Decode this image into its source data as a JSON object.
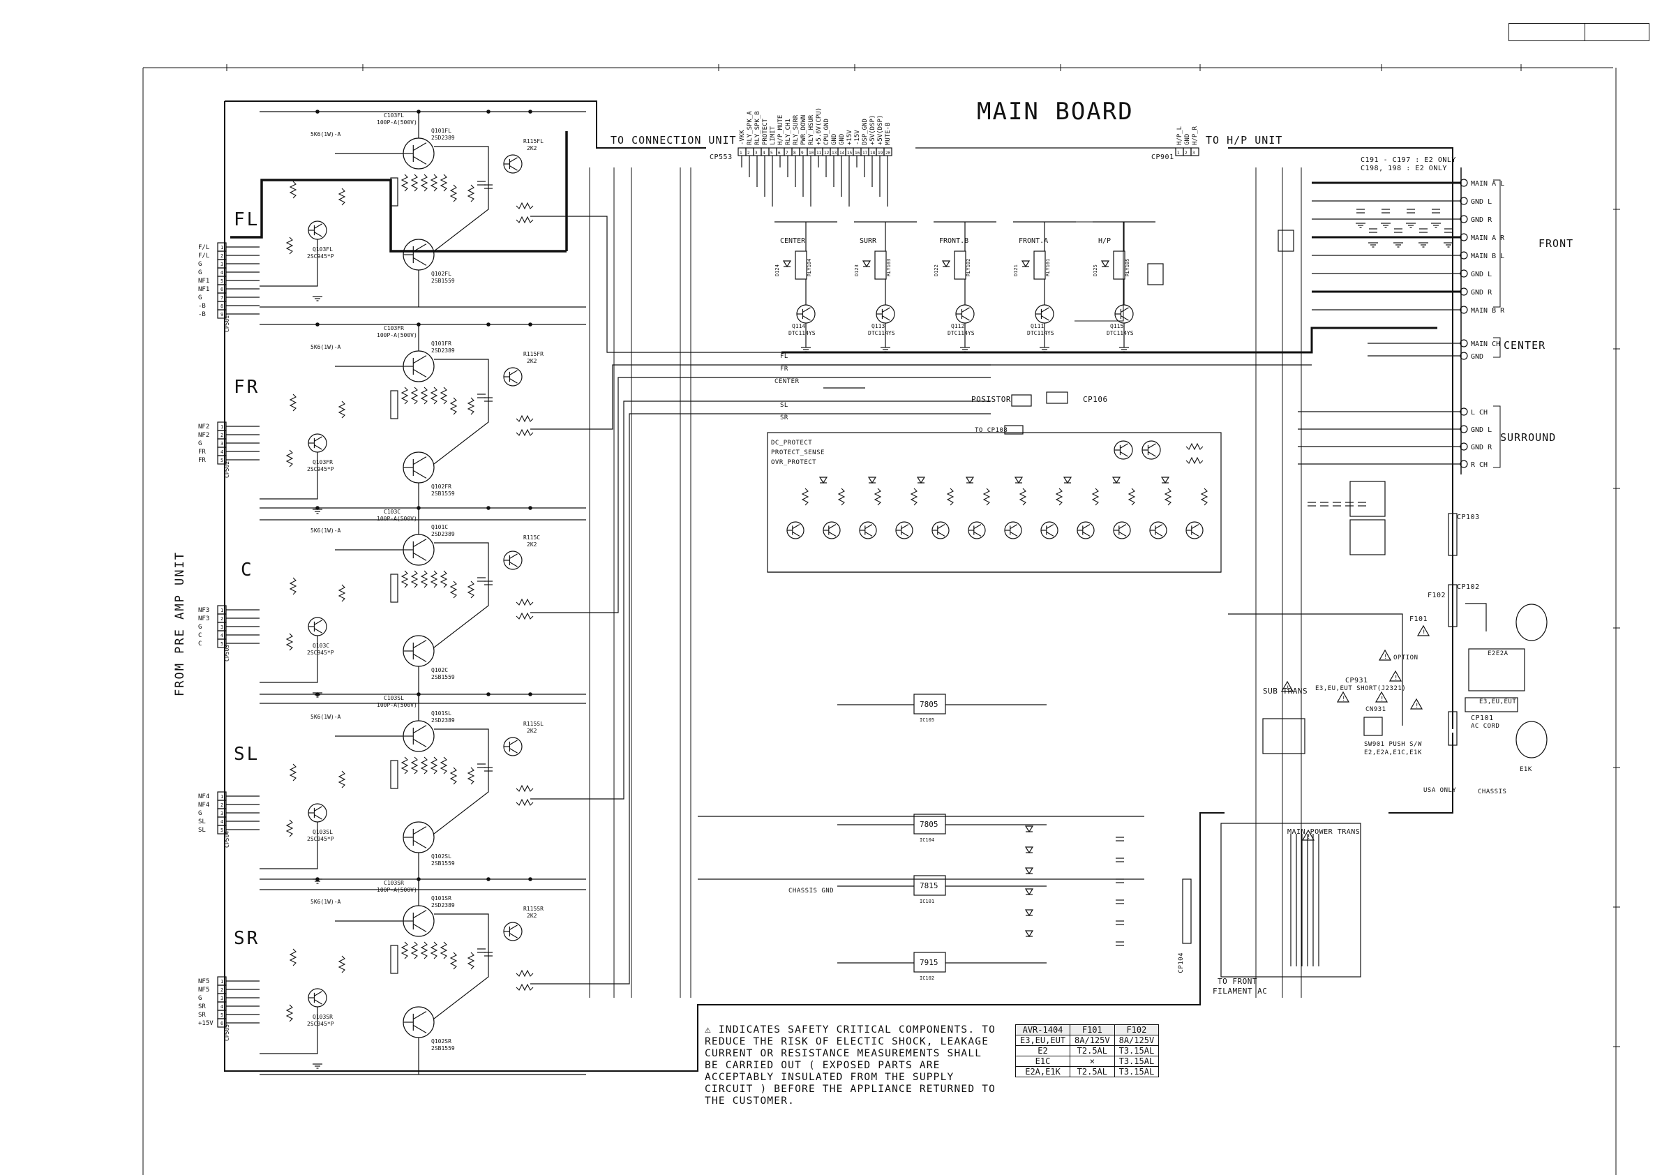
{
  "board": {
    "title": "MAIN BOARD",
    "to_connection": "TO CONNECTION UNIT",
    "to_hp": "TO H/P UNIT",
    "from_preamp": "FROM PRE AMP UNIT"
  },
  "channels": [
    {
      "name": "FL",
      "conn": "CP501",
      "pins": [
        "F/L",
        "F/L",
        "G",
        "G",
        "NF1",
        "NF1",
        "G",
        "-B",
        "-B"
      ],
      "parts": {
        "q101": "Q101FL",
        "q102": "Q102FL",
        "q103": "Q103FL",
        "r115": "R115FL",
        "c103": "C103FL"
      }
    },
    {
      "name": "FR",
      "conn": "CP502",
      "pins": [
        "NF2",
        "NF2",
        "G",
        "FR",
        "FR"
      ],
      "parts": {
        "q101": "Q101FR",
        "q102": "Q102FR",
        "q103": "Q103FR",
        "r115": "R115FR",
        "c103": "C103FR"
      }
    },
    {
      "name": "C",
      "conn": "CP503",
      "pins": [
        "NF3",
        "NF3",
        "G",
        "C",
        "C"
      ],
      "parts": {
        "q101": "Q101C",
        "q102": "Q102C",
        "q103": "Q103C",
        "r115": "R115C",
        "c103": "C103C"
      }
    },
    {
      "name": "SL",
      "conn": "CP504",
      "pins": [
        "NF4",
        "NF4",
        "G",
        "SL",
        "SL"
      ],
      "parts": {
        "q101": "Q101SL",
        "q102": "Q102SL",
        "q103": "Q103SL",
        "r115": "R115SL",
        "c103": "C103SL"
      }
    },
    {
      "name": "SR",
      "conn": "CP505",
      "pins": [
        "NF5",
        "NF5",
        "G",
        "SR",
        "SR",
        "+15V"
      ],
      "parts": {
        "q101": "Q101SR",
        "q102": "Q102SR",
        "q103": "Q103SR",
        "r115": "R115SR",
        "c103": "C103SR"
      }
    }
  ],
  "part_values": {
    "driver_q": "2SD2389",
    "out_q": "2SB1559",
    "pre_q": "2SC945*P",
    "r115": "2K2",
    "cap": "100P-A(500V)",
    "r104": "5K6(1W)-A"
  },
  "cp553": {
    "label": "CP553",
    "signals": [
      "-VKK",
      "RLY_SPK_A",
      "RLY_SPK_B",
      "PROTECT",
      "LIMIT",
      "H/P_MUTE",
      "RLY_CH1",
      "RLY_SURR",
      "PWR_DOWN",
      "RLY_HSUR",
      "+5.6V(CPU)",
      "CPU_GND",
      "GND",
      "GND",
      "+15V",
      "-15V",
      "DSP_GND",
      "+5V(DSP)",
      "+5V(DSP)",
      "MUTE-B"
    ],
    "pins": [
      "1",
      "2",
      "3",
      "4",
      "5",
      "6",
      "7",
      "8",
      "9",
      "10",
      "11",
      "12",
      "13",
      "14",
      "15",
      "16",
      "17",
      "18",
      "19",
      "20"
    ]
  },
  "cp901": {
    "label": "CP901",
    "signals": [
      "H/P_L",
      "GND",
      "H/P_R"
    ],
    "pins": [
      "1",
      "2",
      "3"
    ]
  },
  "relays": [
    {
      "name": "CENTER",
      "q": "Q114",
      "qv": "DTC114YS",
      "ry": "RLY104",
      "d": "D124"
    },
    {
      "name": "SURR",
      "q": "Q113",
      "qv": "DTC114YS",
      "ry": "RLY103",
      "d": "D123"
    },
    {
      "name": "FRONT_B",
      "q": "Q112",
      "qv": "DTC114YS",
      "ry": "RLY102",
      "d": "D122"
    },
    {
      "name": "FRONT_A",
      "q": "Q111",
      "qv": "DTC114YS",
      "ry": "RLY101",
      "d": "D121"
    },
    {
      "name": "H/P",
      "q": "Q115",
      "qv": "DTC114YS",
      "ry": "RLY105",
      "d": "D125"
    }
  ],
  "bus": [
    "FL",
    "FR",
    "CENTER",
    "SL",
    "SR"
  ],
  "protect_labels": [
    "DC_PROTECT",
    "PROTECT_SENSE",
    "OVR_PROTECT"
  ],
  "posistor": "POSISTOR",
  "cp106": "CP106",
  "to_cp108": "TO CP108",
  "outputs": {
    "front": {
      "label": "FRONT",
      "terms": [
        "MAIN A L",
        "GND L",
        "GND R",
        "MAIN A R",
        "MAIN B L",
        "GND L",
        "GND R",
        "MAIN B R"
      ]
    },
    "center": {
      "label": "CENTER",
      "terms": [
        "MAIN CH",
        "GND"
      ]
    },
    "surround": {
      "label": "SURROUND",
      "terms": [
        "L CH",
        "GND L",
        "GND R",
        "R CH"
      ]
    },
    "note": "C191 - C197 : E2 ONLY",
    "note2": "C198, 198 : E2 ONLY"
  },
  "power": {
    "regs": [
      {
        "name": "7805",
        "ref": "IC105"
      },
      {
        "name": "7805",
        "ref": "IC104"
      },
      {
        "name": "7815",
        "ref": "IC101"
      },
      {
        "name": "7915",
        "ref": "IC102"
      }
    ],
    "cp103": "CP103",
    "cp102": "CP102",
    "cp101": "CP101",
    "cp104": "CP104",
    "cp931": "CP931",
    "cn931": "CN931",
    "sub_trans": "SUB TRANS",
    "main_trans": "MAIN POWER TRANS",
    "to_front": "TO FRONT",
    "filament": "FILAMENT AC",
    "ac_cord": "AC CORD",
    "chassis": "CHASSIS",
    "chassis_gnd": "CHASSIS GND",
    "sw901": "SW901  PUSH S/W",
    "sw_models": "E2,E2A,E1C,E1K",
    "f101": "F101",
    "f102": "F102",
    "e2e2a": "E2E2A",
    "e3euut": "E3,EU,EUT",
    "e1k": "E1K",
    "option": "OPTION",
    "usa_only": "USA ONLY",
    "short_note": "E3,EU,EUT  SHORT(J2321)"
  },
  "notice": "⚠ INDICATES SAFETY CRITICAL COMPONENTS. TO REDUCE THE RISK OF ELECTIC SHOCK, LEAKAGE CURRENT OR RESISTANCE MEASUREMENTS SHALL BE CARRIED OUT ( EXPOSED PARTS ARE ACCEPTABLY INSULATED FROM THE SUPPLY CIRCUIT ) BEFORE THE APPLIANCE RETURNED TO THE CUSTOMER.",
  "fuse_table": {
    "header": [
      "AVR-1404",
      "F101",
      "F102"
    ],
    "rows": [
      [
        "E3,EU,EUT",
        "8A/125V",
        "8A/125V"
      ],
      [
        "E2",
        "T2.5AL",
        "T3.15AL"
      ],
      [
        "E1C",
        "×",
        "T3.15AL"
      ],
      [
        "E2A,E1K",
        "T2.5AL",
        "T3.15AL"
      ]
    ]
  },
  "colors": {
    "ink": "#111111",
    "paper": "#ffffff",
    "shield": "#9a9a9a"
  }
}
